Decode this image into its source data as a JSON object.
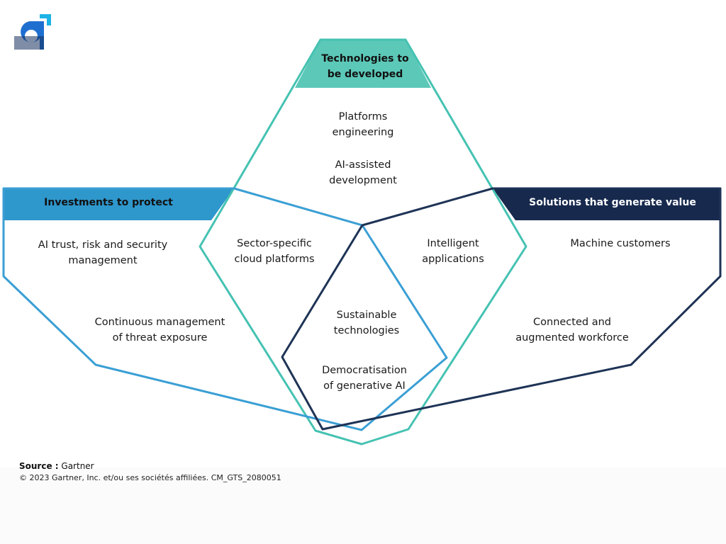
{
  "headers": {
    "center": "Technologies to\nbe developed",
    "left": "Investments to protect",
    "right": "Solutions that generate value"
  },
  "items": {
    "platforms_engineering": "Platforms\nengineering",
    "ai_assisted_development": "AI-assisted\ndevelopment",
    "ai_trust_risk": "AI trust, risk and security\nmanagement",
    "continuous_threat": "Continuous management\nof threat exposure",
    "sector_cloud": "Sector-specific\ncloud platforms",
    "intelligent_apps": "Intelligent\napplications",
    "machine_customers": "Machine customers",
    "connected_workforce": "Connected and\naugmented workforce",
    "sustainable_tech": "Sustainable\ntechnologies",
    "democratisation_genai": "Democratisation\nof generative AI"
  },
  "footer": {
    "source_label": "Source :",
    "source_value": "Gartner",
    "copyright": "© 2023 Gartner, Inc. et/ou ses sociétés affiliées. CM_GTS_2080051"
  },
  "colors": {
    "teal": "#5cc8b8",
    "teal_line": "#45c2b2",
    "blue": "#2e97cc",
    "blue_line": "#3a9fd4",
    "navy": "#17294d",
    "navy_line": "#1e3356",
    "logo_blue": "#1f6fd1",
    "logo_navy": "#15305c",
    "logo_cyan": "#1db3e6"
  },
  "icons": {
    "logo": "brand-logo-icon"
  }
}
